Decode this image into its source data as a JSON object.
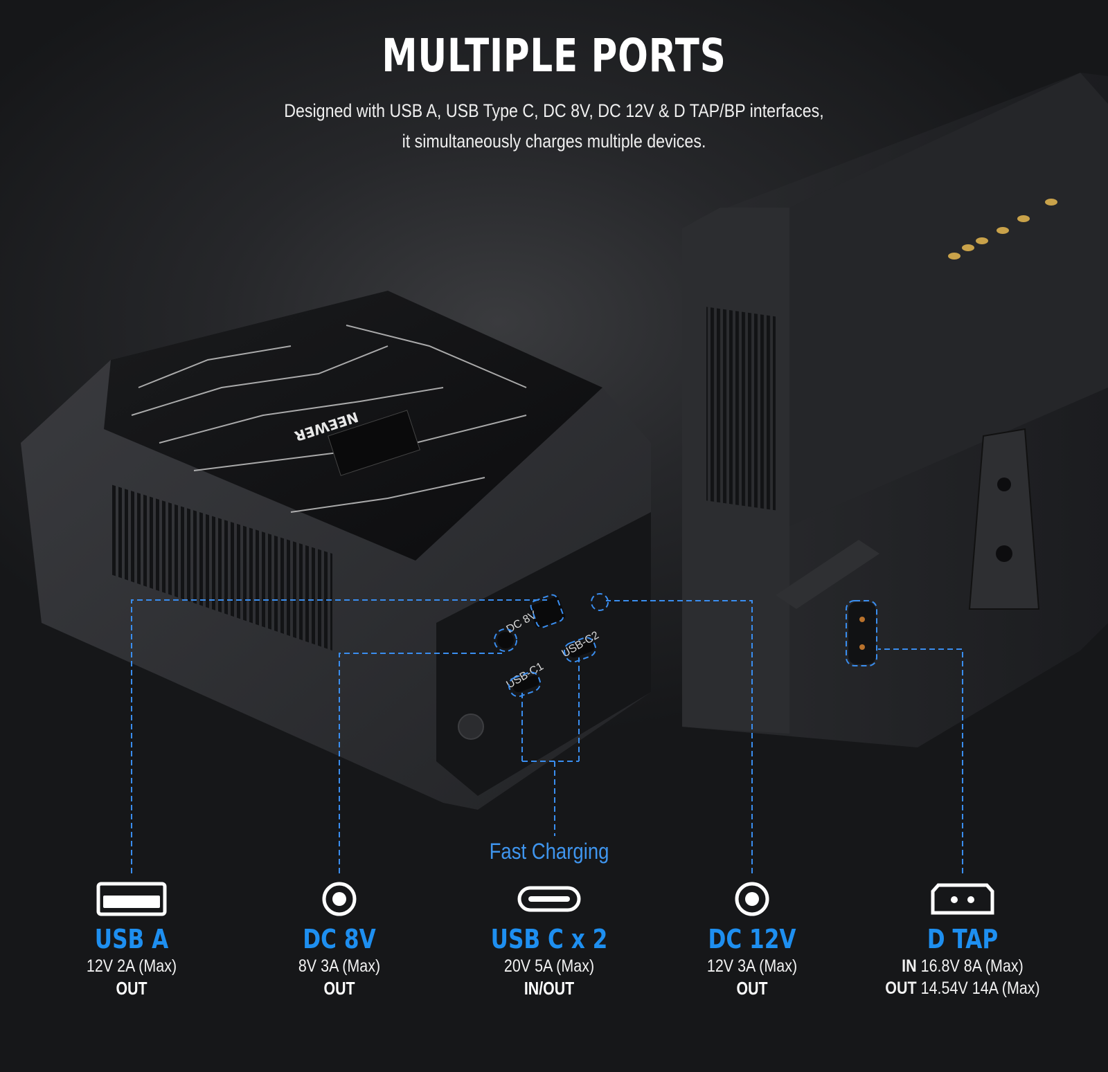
{
  "header": {
    "title": "MULTIPLE PORTS",
    "subtitle_line1": "Designed with USB A, USB Type C, DC 8V, DC 12V & D TAP/BP interfaces,",
    "subtitle_line2": "it simultaneously charges multiple devices."
  },
  "product": {
    "brand": "NEEWER",
    "port_labels_on_device": [
      "DC 8V",
      "USB-C1",
      "USB-C2"
    ]
  },
  "colors": {
    "accent_blue": "#1e8ff0",
    "callout_line": "#3a8ef0",
    "background": "#1e1f22"
  },
  "callout": {
    "fast_charging": "Fast Charging"
  },
  "ports": [
    {
      "icon": "usb-a-icon",
      "name": "USB A",
      "spec": "12V 2A (Max)",
      "direction": "OUT"
    },
    {
      "icon": "dc-jack-icon",
      "name": "DC 8V",
      "spec": "8V 3A (Max)",
      "direction": "OUT"
    },
    {
      "icon": "usb-c-icon",
      "name": "USB C x 2",
      "spec": "20V 5A (Max)",
      "direction": "IN/OUT"
    },
    {
      "icon": "dc-jack-icon",
      "name": "DC 12V",
      "spec": "12V 3A (Max)",
      "direction": "OUT"
    },
    {
      "icon": "d-tap-icon",
      "name": "D TAP",
      "in_label": "IN",
      "in_spec": "16.8V 8A (Max)",
      "out_label": "OUT",
      "out_spec": "14.54V 14A (Max)"
    }
  ]
}
